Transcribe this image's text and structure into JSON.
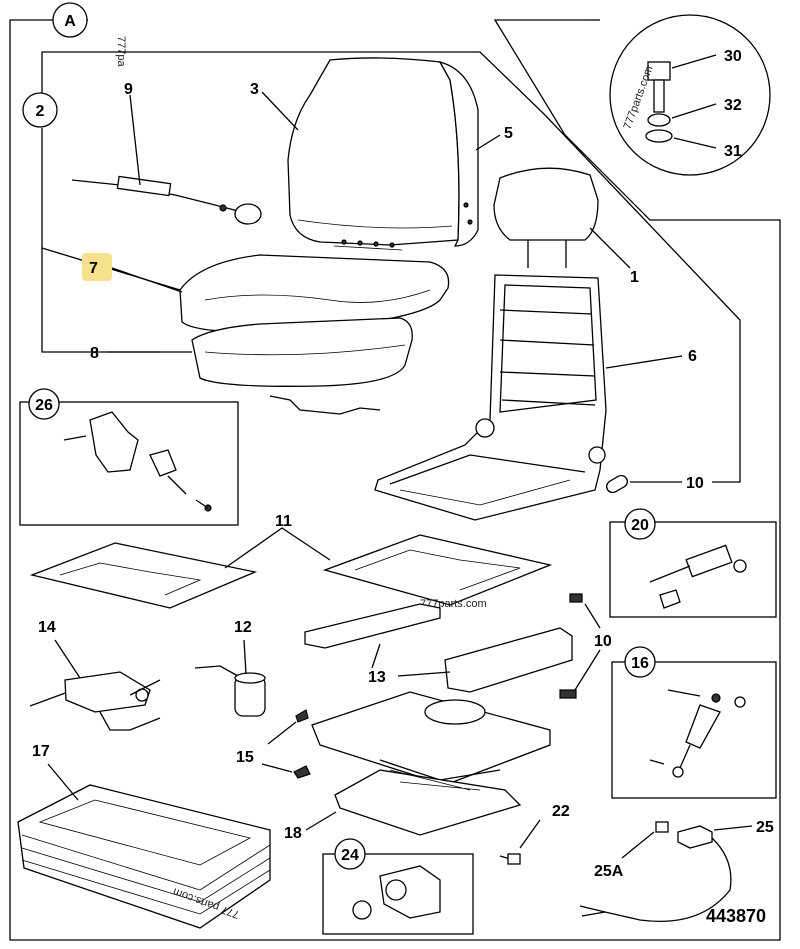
{
  "diagram_id": "443870",
  "watermark": "777parts.com",
  "watermark_partial": "777pa",
  "watermark_bottom": "777 parts.com",
  "highlight_color": "#f7e08a",
  "groups": {
    "A": "A",
    "g2": "2",
    "g26": "26",
    "g20": "20",
    "g16": "16",
    "g24": "24"
  },
  "labels": {
    "l1": "1",
    "l3": "3",
    "l5": "5",
    "l6": "6",
    "l7": "7",
    "l8": "8",
    "l9": "9",
    "l10a": "10",
    "l10b": "10",
    "l11": "11",
    "l12": "12",
    "l13": "13",
    "l14": "14",
    "l15": "15",
    "l17": "17",
    "l18": "18",
    "l22": "22",
    "l25": "25",
    "l25a": "25A",
    "l30": "30",
    "l31": "31",
    "l32": "32"
  }
}
